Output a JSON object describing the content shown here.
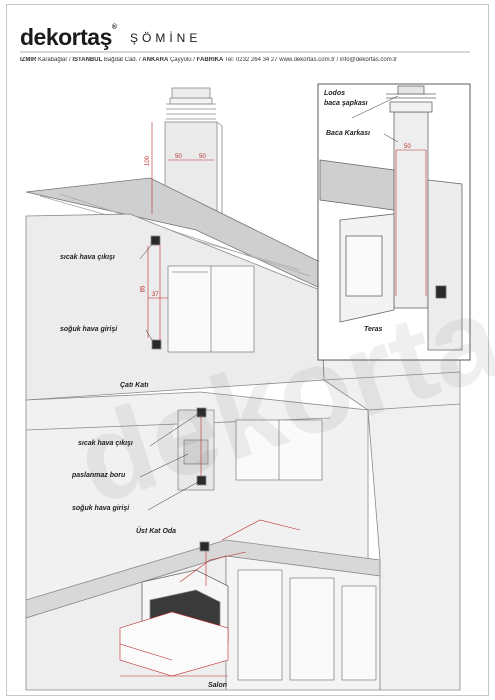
{
  "header": {
    "brand": "dekortaş",
    "brand_mark": "®",
    "sub_brand": "ŞÖMİNE",
    "address_parts": [
      {
        "b": "İZMİR",
        "t": " Karabağlar / "
      },
      {
        "b": "İSTANBUL",
        "t": " Bağdat Cad. / "
      },
      {
        "b": "ANKARA",
        "t": " Çayyolu / "
      },
      {
        "b": "FABRİKA",
        "t": " Tel: 0232 264 34 27  www.dekortas.com.tr / info@dekortas.com.tr"
      }
    ]
  },
  "labels": {
    "sicak_hava_top": "sıcak hava çıkışı",
    "soguk_hava_top": "soğuk hava girişi",
    "cati_kati": "Çatı Katı",
    "sicak_hava_mid": "sıcak hava çıkışı",
    "paslanmaz": "paslanmaz boru",
    "soguk_hava_mid": "soğuk hava girişi",
    "ust_kat": "Üst Kat Oda",
    "salon": "Salon",
    "lodos": "Lodos",
    "baca_sapkasi": "baca şapkası",
    "baca_karkasi": "Baca Karkası",
    "teras": "Teras"
  },
  "dimensions": {
    "main_w1": "50",
    "main_w2": "50",
    "main_h": "100",
    "side_h": "85",
    "side_w": "37",
    "inset_w": "50"
  },
  "colors": {
    "dim_red": "#c02a2a",
    "line_gray": "#8a8a8a",
    "roof": "#bdbdbd",
    "wall": "#e6e6e6"
  }
}
